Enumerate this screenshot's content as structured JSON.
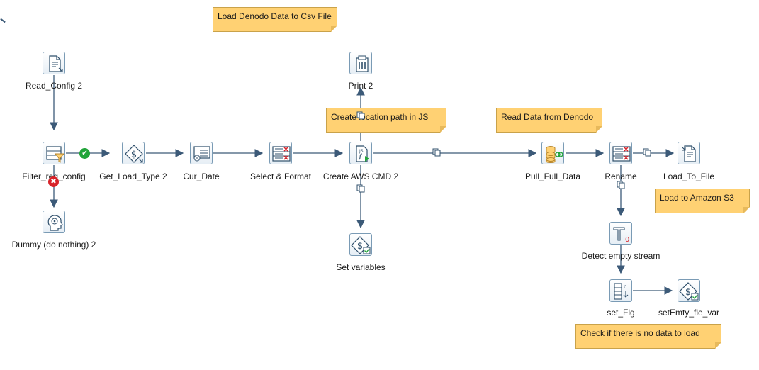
{
  "steps": {
    "read_config": {
      "label": "Read_Config 2",
      "icon": "text-file-input-icon"
    },
    "filter_config": {
      "label": "Filter_req_config",
      "icon": "filter-rows-icon"
    },
    "dummy": {
      "label": "Dummy (do nothing) 2",
      "icon": "dummy-head-icon"
    },
    "get_load_type": {
      "label": "Get_Load_Type 2",
      "icon": "get-variables-icon"
    },
    "cur_date": {
      "label": "Cur_Date",
      "icon": "system-info-icon"
    },
    "select_format": {
      "label": "Select & Format",
      "icon": "select-values-icon"
    },
    "create_aws_cmd": {
      "label": "Create AWS CMD 2",
      "icon": "javascript-icon"
    },
    "print": {
      "label": "Print 2",
      "icon": "write-to-log-icon"
    },
    "set_variables": {
      "label": "Set variables",
      "icon": "set-variables-icon"
    },
    "pull_full_data": {
      "label": "Pull_Full_Data",
      "icon": "table-input-icon"
    },
    "rename": {
      "label": "Rename",
      "icon": "select-values-icon"
    },
    "load_to_file": {
      "label": "Load_To_File",
      "icon": "text-file-output-icon"
    },
    "detect_empty": {
      "label": "Detect empty stream",
      "icon": "detect-empty-stream-icon"
    },
    "set_flg": {
      "label": "set_Flg",
      "icon": "add-constants-icon"
    },
    "set_empty_file_var": {
      "label": "setEmty_fle_var",
      "icon": "set-variables-icon"
    }
  },
  "notes": {
    "load_denodo": "Load Denodo Data to Csv File",
    "create_location": "Create location path in JS",
    "read_denodo": "Read Data from Denodo",
    "load_s3": "Load to Amazon S3",
    "check_empty": "Check if there is no data to load"
  },
  "badges": {
    "true_hop": "✔",
    "false_hop": "✖"
  },
  "colors": {
    "hop_line": "#3c5a78",
    "note_fill": "#ffd173",
    "true_badge": "#22a43a",
    "false_badge": "#d8232a",
    "step_border": "#7a9bb5"
  }
}
